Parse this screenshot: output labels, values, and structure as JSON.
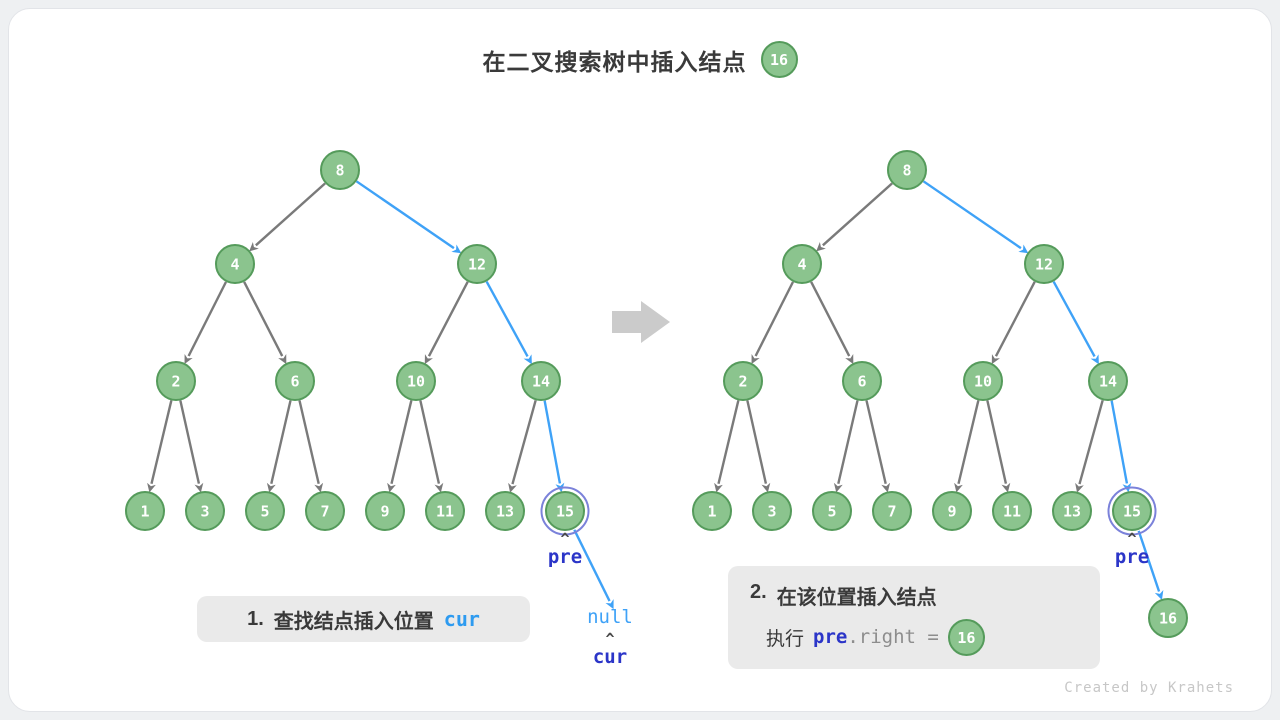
{
  "page": {
    "title": "在二叉搜索树中插入结点",
    "title_badge": "16",
    "watermark": "Created by Krahets"
  },
  "labels": {
    "pre": "pre",
    "cur": "cur",
    "null": "null",
    "caret": "^"
  },
  "captions": {
    "step1": {
      "number": "1.",
      "text": "查找结点插入位置",
      "code": "cur"
    },
    "step2": {
      "number": "2.",
      "text": "在该位置插入结点",
      "action_prefix": "执行",
      "code_pre": "pre",
      "code_suffix": ".right =",
      "badge": "16"
    }
  },
  "diagram": {
    "type": "binary-search-tree-insertion",
    "node_values": [
      8,
      4,
      12,
      2,
      6,
      10,
      14,
      1,
      3,
      5,
      7,
      9,
      11,
      13,
      15
    ],
    "edges": [
      [
        8,
        4
      ],
      [
        8,
        12
      ],
      [
        4,
        2
      ],
      [
        4,
        6
      ],
      [
        12,
        10
      ],
      [
        12,
        14
      ],
      [
        2,
        1
      ],
      [
        2,
        3
      ],
      [
        6,
        5
      ],
      [
        6,
        7
      ],
      [
        10,
        9
      ],
      [
        10,
        11
      ],
      [
        14,
        13
      ],
      [
        14,
        15
      ]
    ],
    "search_path": [
      8,
      12,
      14,
      15
    ],
    "ringed_node": 15,
    "insert_value": "16",
    "trees": [
      {
        "name": "before-insert",
        "shows_null": true
      },
      {
        "name": "after-insert",
        "shows_new_node": true
      }
    ]
  },
  "colors": {
    "node_fill": "#8bc48e",
    "node_border": "#559b5b",
    "gray_edge": "#7a7a7a",
    "path_blue": "#3fa2f7",
    "pointer_blue": "#2b35c8",
    "ring_color": "#7b82da",
    "transition_arrow": "#cbcbcb"
  }
}
